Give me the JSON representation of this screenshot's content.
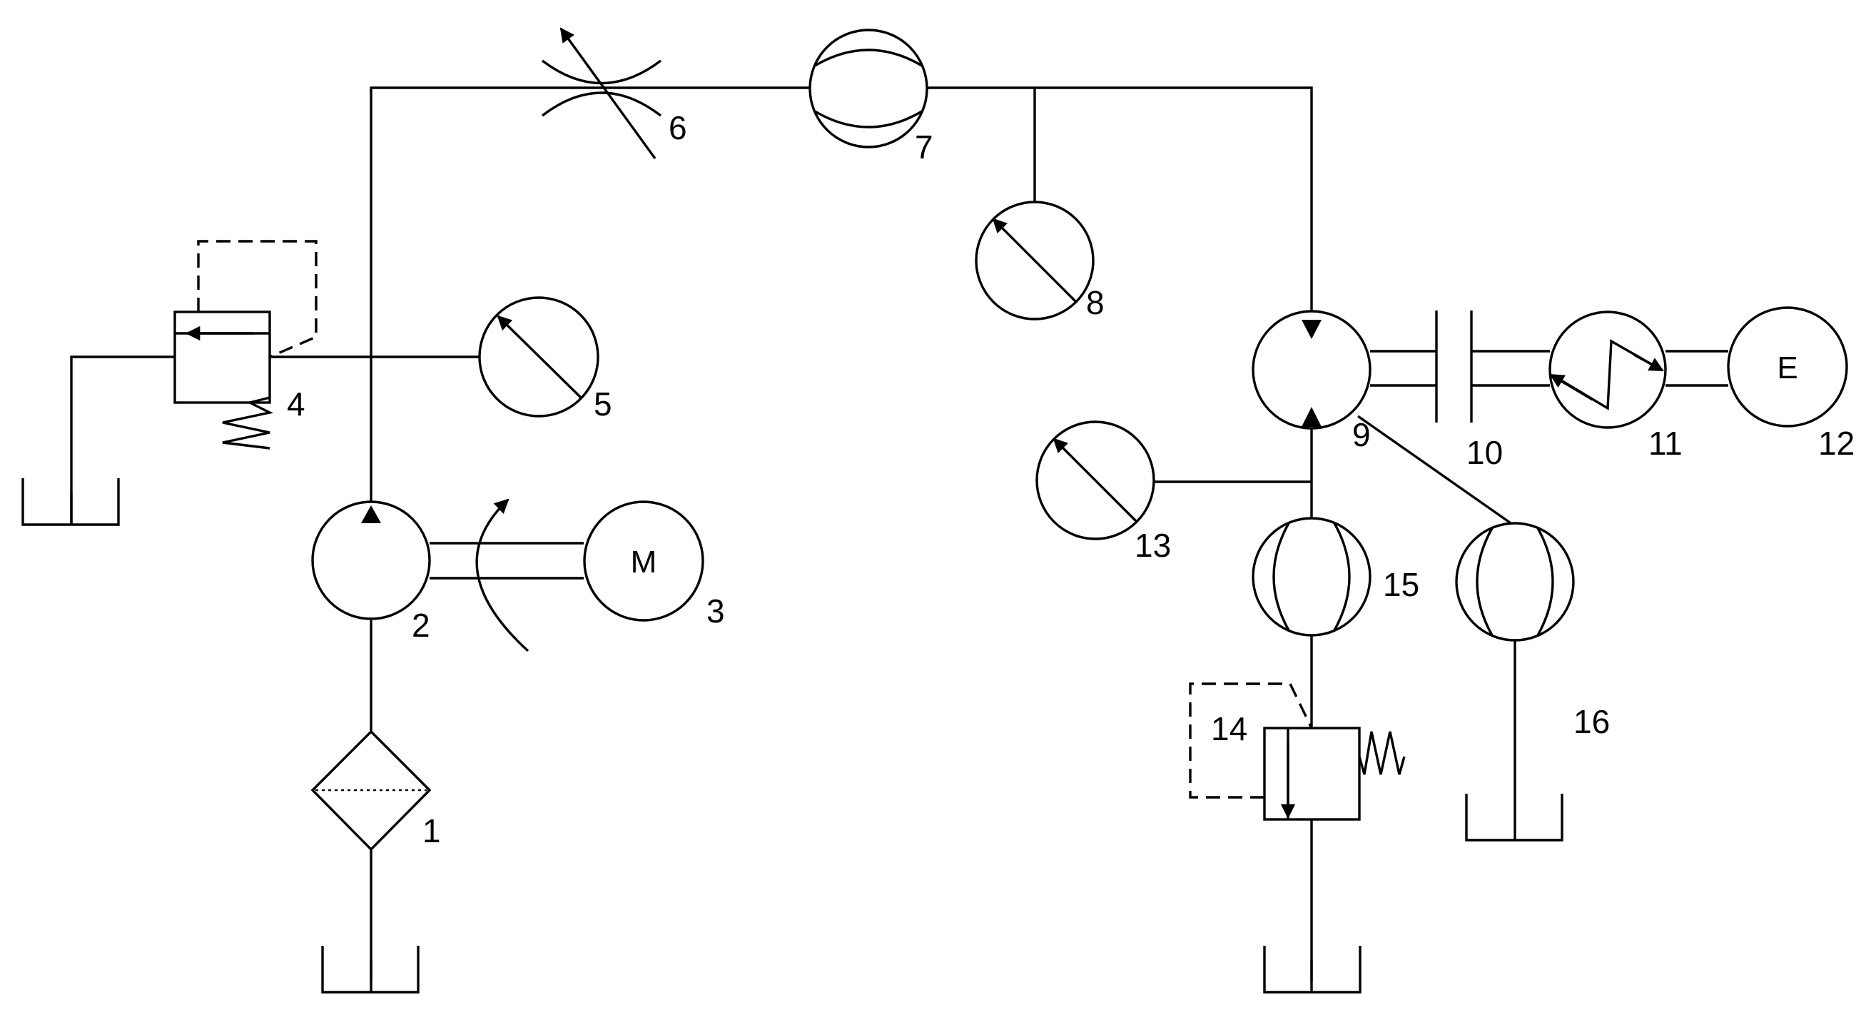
{
  "labels": {
    "n1": "1",
    "n2": "2",
    "n3": "3",
    "n4": "4",
    "n5": "5",
    "n6": "6",
    "n7": "7",
    "n8": "8",
    "n9": "9",
    "n10": "10",
    "n11": "11",
    "n12": "12",
    "n13": "13",
    "n14": "14",
    "n15": "15",
    "n16": "16"
  },
  "symbols": {
    "motor": "M",
    "generator": "E"
  },
  "colors": {
    "line": "#000000",
    "background": "#ffffff"
  },
  "icons": {
    "reservoir": "reservoir-tank-icon",
    "filter": "filter-icon",
    "pump": "hydraulic-pump-icon",
    "motor": "electric-motor-icon",
    "relief_valve": "relief-valve-icon",
    "gauge": "pressure-gauge-icon",
    "throttle": "adjustable-throttle-valve-icon",
    "flowmeter": "flow-meter-icon",
    "hydraulic_motor": "hydraulic-motor-icon",
    "coupling": "coupling-icon",
    "torque_meter": "torque-meter-icon",
    "generator": "generator-icon"
  }
}
